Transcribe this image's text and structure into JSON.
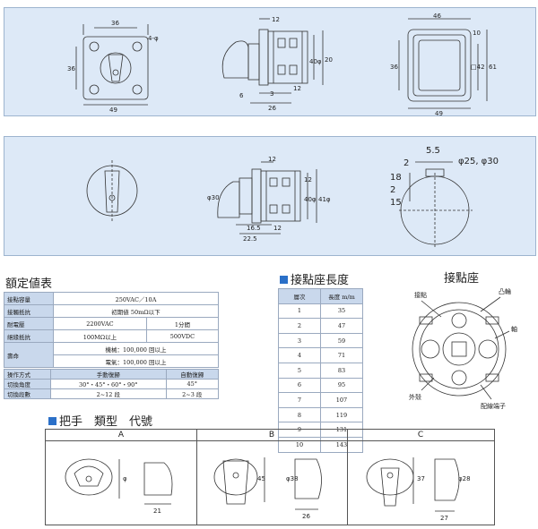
{
  "top_drawing": {
    "front_dims": [
      "36",
      "36",
      "4-φ",
      "49"
    ],
    "side_dims": [
      "12",
      "20",
      "40φ",
      "6",
      "3",
      "12",
      "26"
    ],
    "right_dims": [
      "46",
      "10",
      "36",
      "□42",
      "61",
      "49"
    ]
  },
  "mid_drawing": {
    "side_dims": [
      "12",
      "φ30",
      "12",
      "40φ",
      "41φ",
      "16.5",
      "12",
      "22.5"
    ],
    "right_dims": [
      "5.5",
      "φ25, φ30",
      "2",
      "18",
      "2",
      "15"
    ]
  },
  "rating_table": {
    "title": "額定値表",
    "rows": [
      {
        "label": "接點容量",
        "value": "250VAC／10A"
      },
      {
        "label": "接觸抵抗",
        "value": "初期値 50mΩ以下"
      },
      {
        "label": "耐電壓",
        "value": "2200VAC",
        "value2": "1分間"
      },
      {
        "label": "絕緣抵抗",
        "value": "100MΩ以上",
        "value2": "500VDC"
      },
      {
        "label": "壽命",
        "value": "機械：100,000 回以上",
        "value2": "電氣：100,000 回以上"
      }
    ]
  },
  "operation_table": {
    "headers": [
      "操作方式",
      "手動復歸",
      "自動復歸"
    ],
    "rows": [
      [
        "切換角度",
        "30°・45°・60°・90°",
        "45°"
      ],
      [
        "切換段數",
        "2~12 段",
        "2~3 段"
      ]
    ]
  },
  "length_table": {
    "title": "接點座長度",
    "headers": [
      "層次",
      "長度 m/m"
    ],
    "rows": [
      [
        "1",
        "35"
      ],
      [
        "2",
        "47"
      ],
      [
        "3",
        "59"
      ],
      [
        "4",
        "71"
      ],
      [
        "5",
        "83"
      ],
      [
        "6",
        "95"
      ],
      [
        "7",
        "107"
      ],
      [
        "8",
        "119"
      ],
      [
        "9",
        "131"
      ],
      [
        "10",
        "143"
      ]
    ]
  },
  "contact_base": {
    "title": "接點座",
    "labels": [
      "接點",
      "凸輪",
      "軸",
      "外殼",
      "配線端子"
    ]
  },
  "handle_types": {
    "title": "把手　類型　代號",
    "columns": [
      {
        "code": "A",
        "dims": [
          "φ",
          "21"
        ]
      },
      {
        "code": "B",
        "dims": [
          "45",
          "φ38",
          "26"
        ]
      },
      {
        "code": "C",
        "dims": [
          "37",
          "φ28",
          "27"
        ]
      }
    ]
  },
  "colors": {
    "panel_bg": "#dde9f7",
    "accent_square": "#2b70c8",
    "table_header": "#c9d8ec"
  }
}
